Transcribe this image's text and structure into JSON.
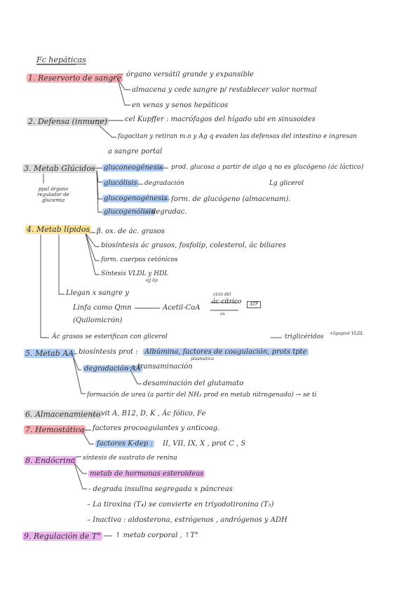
{
  "title": "Fc hepáticas",
  "s1": {
    "head": "1. Reservorio de sangre",
    "a": "órgano versátil grande y expansible",
    "b": "almacena y cede sangre p/ restablecer valor normal",
    "c": "en venas y senos hepáticos"
  },
  "s2": {
    "head": "2. Defensa (inmune)",
    "a": "cel Kupffer : macrófagos del hígado ubi en sinusoides",
    "b": "fagocitan y retiran m.o y Ag q evaden las defensas del intestino e ingresan",
    "c": "a sangre portal"
  },
  "s3": {
    "head": "3. Metab Glúcidos",
    "side": "ppal órgano regulador de glucemia",
    "a": "gluconeogénesis",
    "a2": "prod. glucosa a partir de algo q no es glucógeno (ác láctico)",
    "b": "glucólisis",
    "b2": "degradación",
    "b3": "Lg glicerol",
    "c": "glucogenogénesis",
    "c2": "form. de glucógeno (almacenam).",
    "d": "glucogenólisis",
    "d2": "degradac."
  },
  "s4": {
    "head": "4. Metab lípidos",
    "a": "β. ox. de ác. grasos",
    "b": "biosíntesis ác grasos, fosfolíp, colesterol, ác biliares",
    "c": "form. cuerpos cetónicos",
    "d": "Síntesis VLDL y HDL",
    "d2": "ejj lip",
    "e": "Llegan x sangre y",
    "f": "Linfa como Qmn",
    "f2": "Acetil-CoA",
    "f3": "ciclo del",
    "f4": "ác cítrico",
    "f5": "ox",
    "f6": "ATP",
    "g": "(Quilomicrón)",
    "h": "Ác grasos se esterifican con glicerol",
    "h2": "triglicéridos",
    "h3": "+lipoprot VLDL"
  },
  "s5": {
    "head": "5. Metab AA",
    "a": "biosíntesis prot :",
    "a2": "Albúmina, factores de coagulación, prots tpte",
    "a3": "plasmatica",
    "b": "degradación AA",
    "b2": "transaminación",
    "b3": "desaminación del glutamato",
    "c": "formación de urea (a partir del NH₃ prod en metab nitrogenado) → se ti"
  },
  "s6": {
    "head": "6. Almacenamiento",
    "a": "vit A, B12, D, K , Ác fólico, Fe"
  },
  "s7": {
    "head": "7. Hemostática",
    "a": "factores procoagulantes y anticoag.",
    "b": "factores K-dep :",
    "b2": "II, VII, IX, X , prot C , S"
  },
  "s8": {
    "head": "8. Endócrina",
    "a": "síntesis de sustrato de renina",
    "b": "metab de hormonas esteroideas",
    "c": "- degrada insulina segregada x páncreas",
    "d": "– La tiroxina (T₄) se convierte en triyodotironina (T₃)",
    "e": "– Inactiva : aldosterona, estrógenos , andrógenos y ADH"
  },
  "s9": {
    "head": "9. Regulación de T°",
    "a": "↑ metab corporal , ↑T°"
  }
}
